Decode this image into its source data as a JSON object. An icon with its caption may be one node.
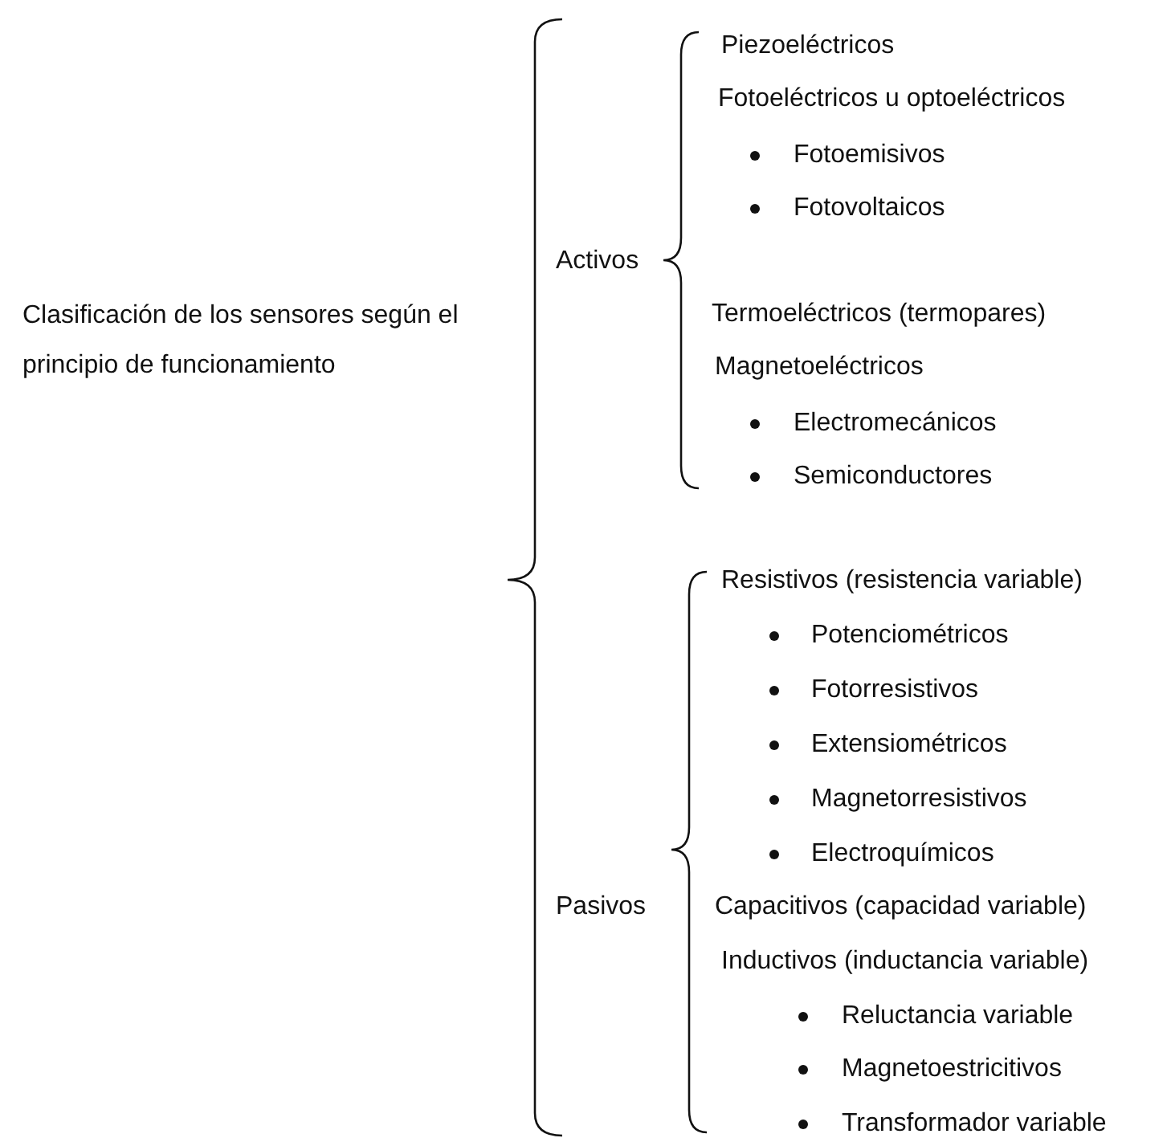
{
  "diagram": {
    "labels": [
      "Clasificación de los sensores según el principio de funcionamiento",
      "Activos",
      "Piezoeléctricos",
      "Fotoeléctricos u optoeléctricos",
      "Fotoemisivos",
      "Fotovoltaicos",
      "Termoeléctricos (termopares)",
      "Magnetoeléctricos",
      "Electromecánicos",
      "Semiconductores",
      "Pasivos",
      "Resistivos (resistencia variable)",
      "Potenciométricos",
      "Fotorresistivos",
      "Extensiométricos",
      "Magnetorresistivos",
      "Electroquímicos",
      "Capacitivos (capacidad variable)",
      "Inductivos (inductancia variable)",
      "Reluctancia variable",
      "Magnetoestricitivos",
      "Transformador variable"
    ]
  }
}
